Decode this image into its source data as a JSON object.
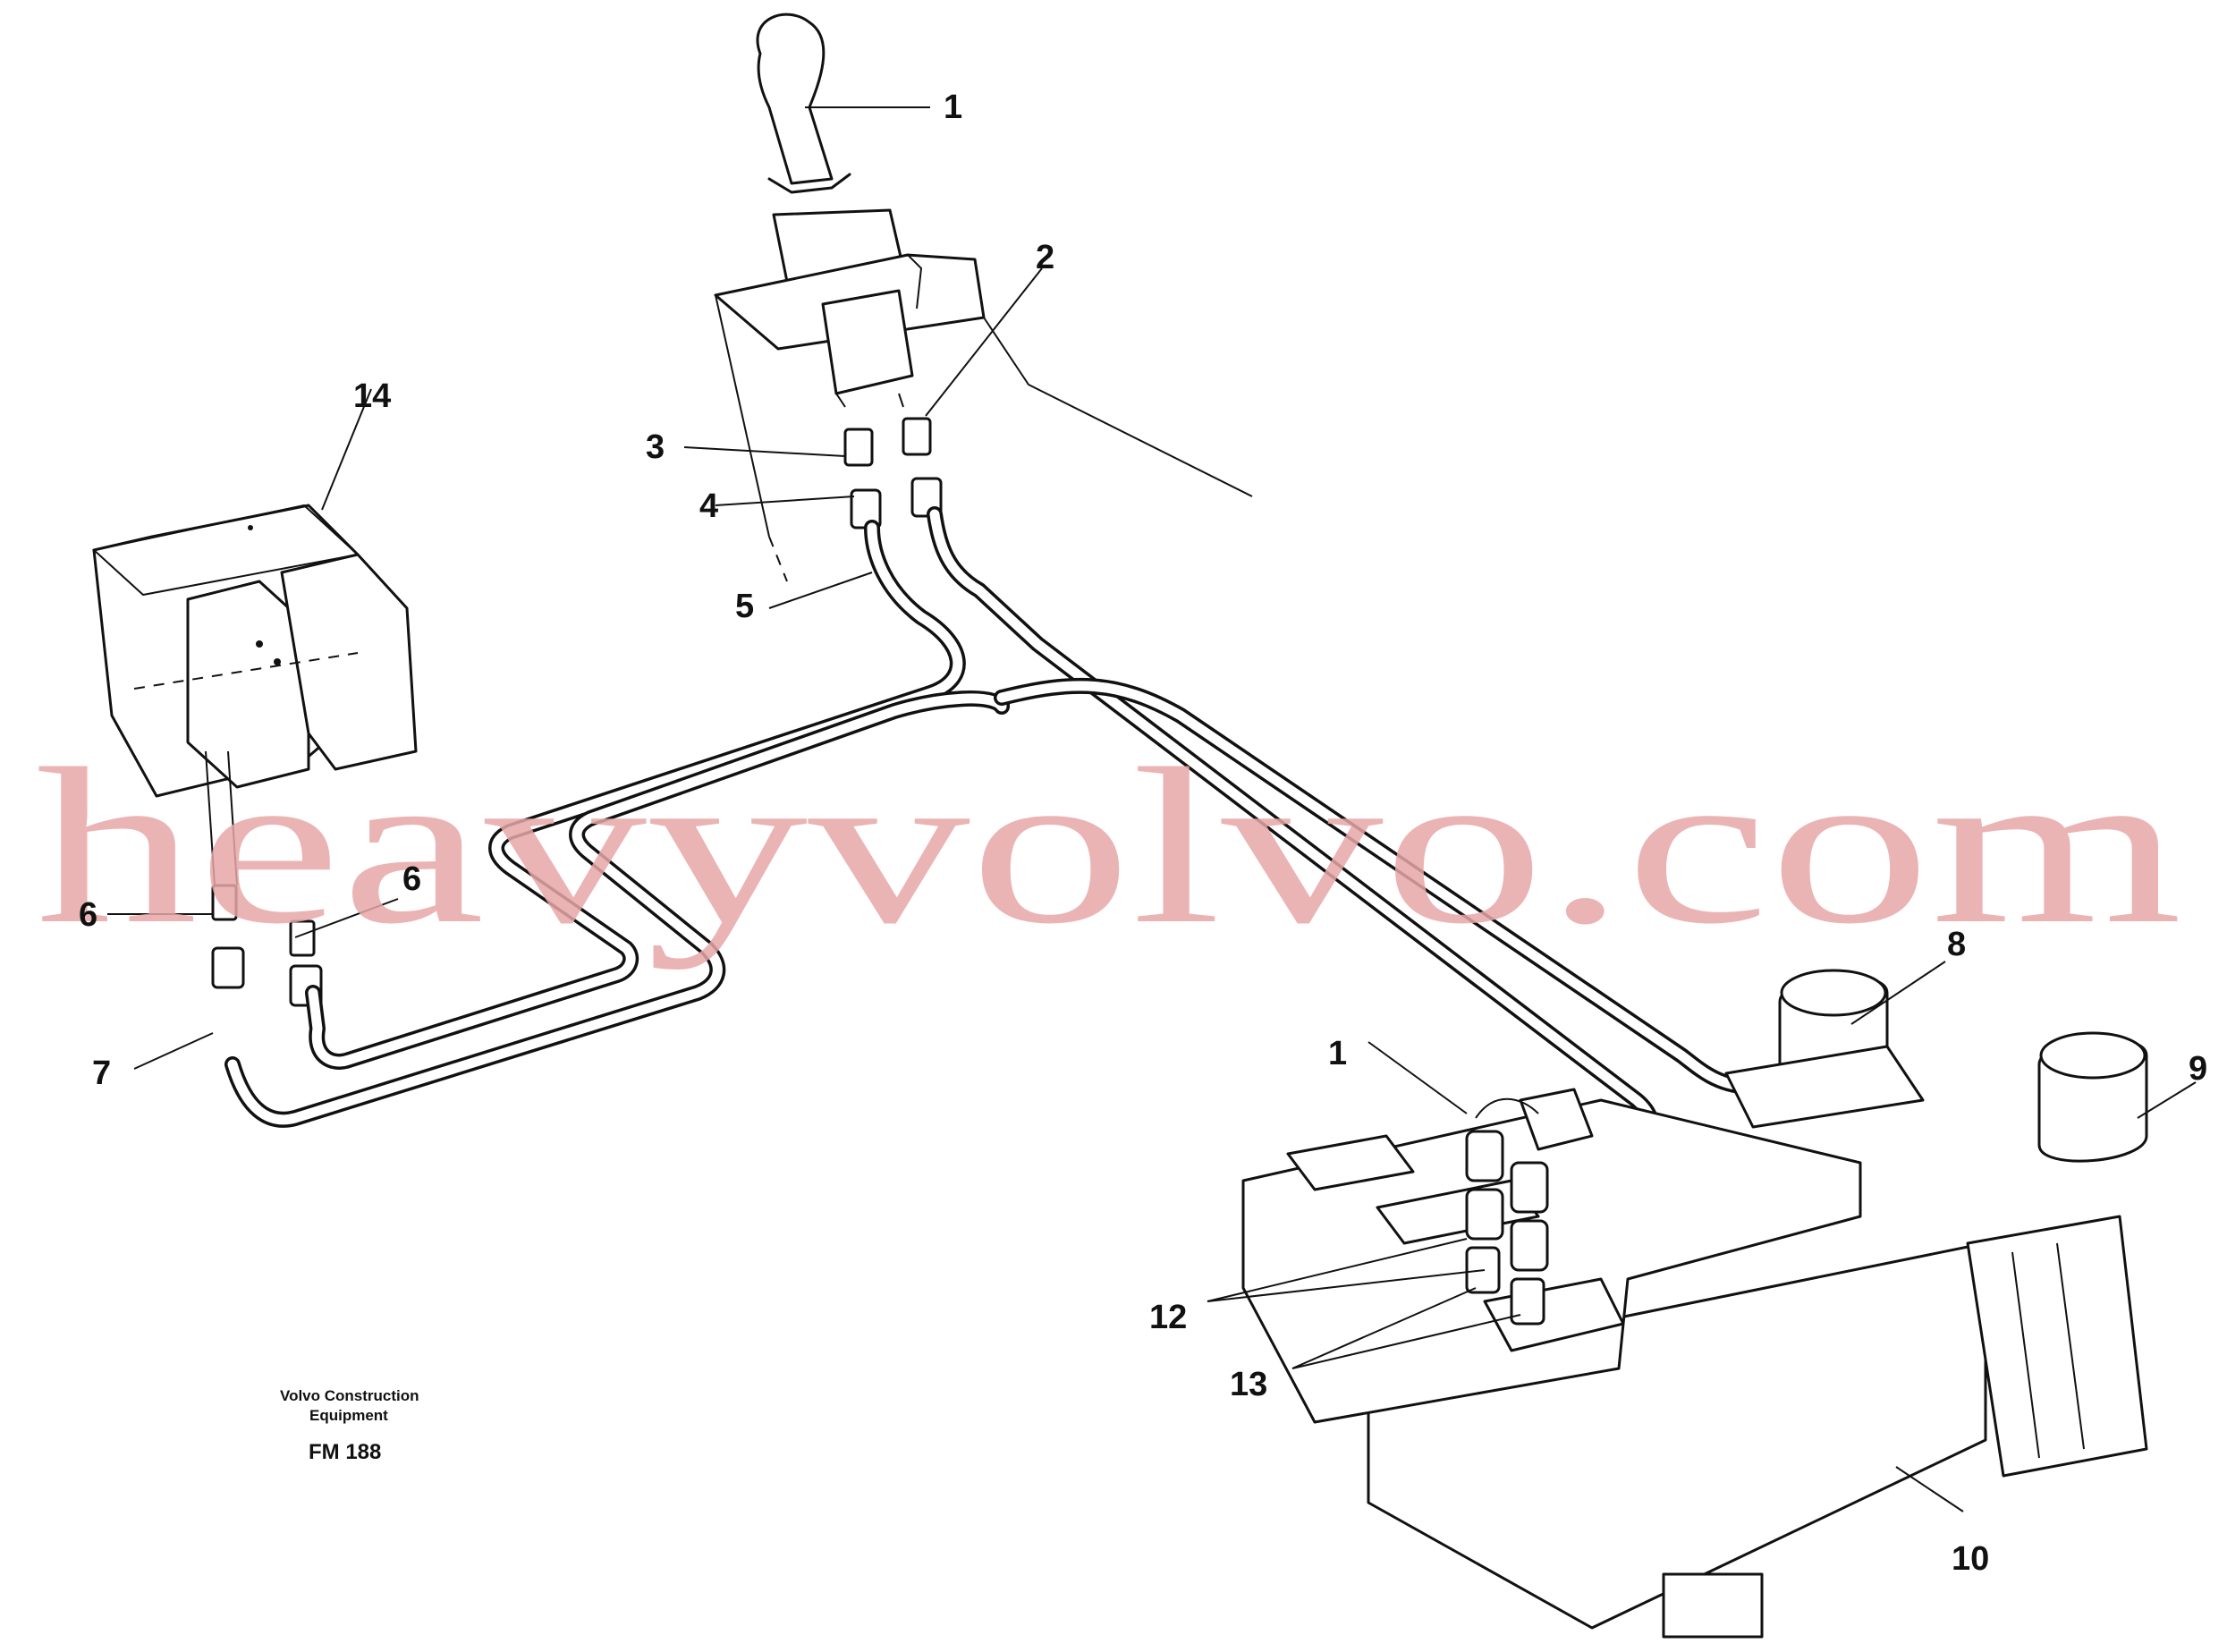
{
  "callouts": {
    "c1": "1",
    "c1b": "1",
    "c2": "2",
    "c3": "3",
    "c4": "4",
    "c5": "5",
    "c6": "6",
    "c6b": "6",
    "c7": "7",
    "c8": "8",
    "c9": "9",
    "c10": "10",
    "c12": "12",
    "c13": "13",
    "c14": "14"
  },
  "footer": {
    "company_line1": "Volvo Construction",
    "company_line2": "Equipment",
    "figure_code": "FM 188"
  },
  "watermark": "heavyvolvo.com"
}
